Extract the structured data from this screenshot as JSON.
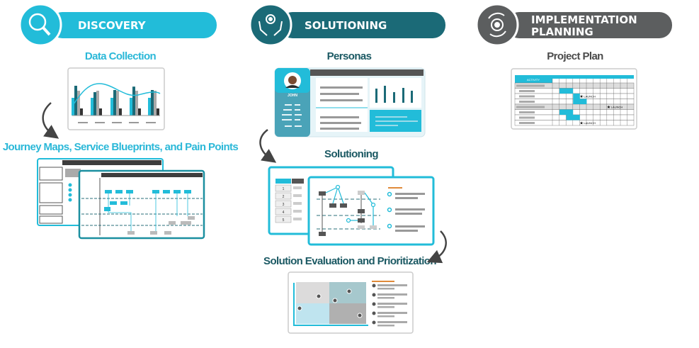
{
  "colors": {
    "discovery": "#22bcd9",
    "solutioning": "#1b6a77",
    "implementation": "#5c5e5f"
  },
  "phases": [
    {
      "title": "DISCOVERY",
      "icon": "magnifier-icon"
    },
    {
      "title": "SOLUTIONING",
      "icon": "gear-hands-icon"
    },
    {
      "title_line1": "IMPLEMENTATION",
      "title_line2": "PLANNING",
      "icon": "gear-cycle-icon"
    }
  ],
  "discovery": {
    "data_collection": "Data Collection",
    "journey_maps": "Journey Maps, Service Blueprints, and Pain Points"
  },
  "solutioning": {
    "personas": "Personas",
    "persona_name": "JOHN",
    "solutioning": "Solutioning",
    "evaluation": "Solution Evaluation and Prioritization",
    "table_rows": [
      "1",
      "2",
      "3",
      "4",
      "5"
    ]
  },
  "implementation": {
    "project_plan": "Project Plan",
    "activity": "ACTIVITY",
    "launch": "LAUNCH"
  }
}
